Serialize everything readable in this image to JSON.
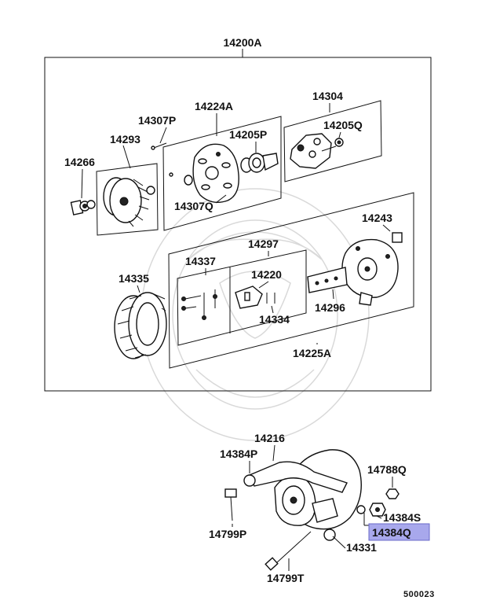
{
  "diagram_ref": "500023",
  "accent_color": "#a8a8ec",
  "labels": {
    "assembly": "14200A",
    "front_housing": "14224A",
    "pin_p": "14307P",
    "pin_q": "14307Q",
    "bolt": "14293",
    "pulley": "14266",
    "bearing_p": "14205P",
    "rotor": "14304",
    "bearing_q": "14205Q",
    "cap": "14243",
    "rear_housing": "14225A",
    "regulator": "14297",
    "terminal_set": "14337",
    "brush_holder": "14220",
    "brush": "14334",
    "rectifier": "14296",
    "stator": "14335",
    "bracket": "14216",
    "washer_p": "14384P",
    "washer_q": "14384Q",
    "washer_s": "14384S",
    "nut": "14788Q",
    "bolt_short": "14799P",
    "bolt_long": "14799T",
    "spacer": "14331"
  }
}
